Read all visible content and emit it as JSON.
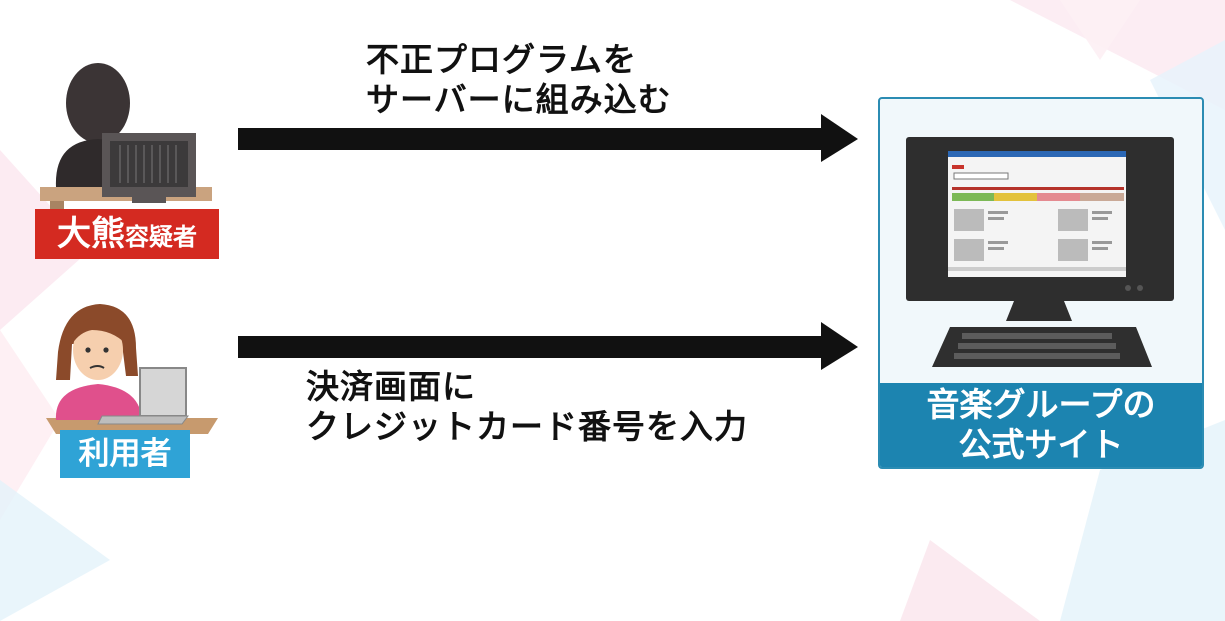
{
  "arrow_top": {
    "caption_line1": "不正プログラムを",
    "caption_line2": "サーバーに組み込む"
  },
  "arrow_bottom": {
    "caption_line1": "決済画面に",
    "caption_line2": "クレジットカード番号を入力"
  },
  "suspect": {
    "name": "大熊",
    "role": "容疑者",
    "color": "#d42a21"
  },
  "user": {
    "label": "利用者",
    "color": "#2fa3d6"
  },
  "site": {
    "line1": "音楽グループの",
    "line2": "公式サイト",
    "color": "#1c84b0"
  }
}
